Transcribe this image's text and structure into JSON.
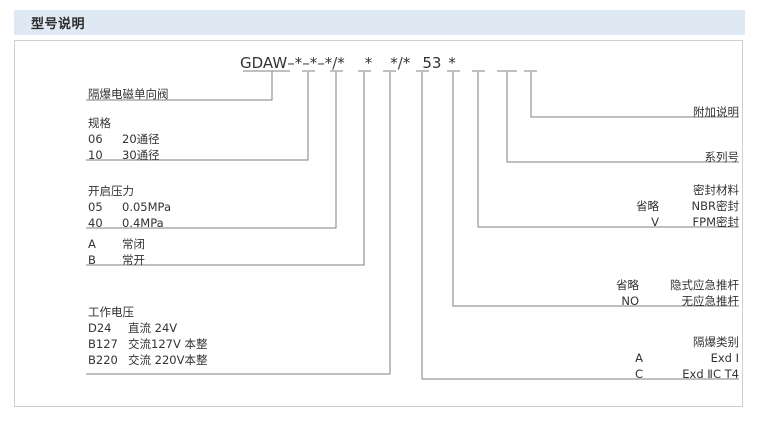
{
  "header": {
    "title": "型号说明",
    "bar_color": "#dfe9f3"
  },
  "model_code": {
    "prefix": "GDAW",
    "segments": [
      {
        "sep": "–",
        "value": "*"
      },
      {
        "sep": "–",
        "value": "*"
      },
      {
        "sep": "–",
        "value": "*"
      },
      {
        "sep": "/",
        "value": "*"
      },
      {
        "sep": "",
        "value": "*"
      },
      {
        "sep": "",
        "value": "*"
      },
      {
        "sep": "/",
        "value": "*"
      },
      {
        "sep": "",
        "value": "53"
      },
      {
        "sep": "",
        "value": "*"
      }
    ]
  },
  "left_groups": [
    {
      "name": "product-name",
      "title": "隔爆电磁单向阀",
      "rows": []
    },
    {
      "name": "specification",
      "title": "规格",
      "rows": [
        {
          "code": "06",
          "desc": "20通径"
        },
        {
          "code": "10",
          "desc": "30通径"
        }
      ]
    },
    {
      "name": "opening-pressure",
      "title": "开启压力",
      "rows": [
        {
          "code": "05",
          "desc": "0.05MPa"
        },
        {
          "code": "40",
          "desc": "0.4MPa"
        }
      ]
    },
    {
      "name": "valve-state",
      "title": "",
      "rows": [
        {
          "code": "A",
          "desc": "常闭"
        },
        {
          "code": "B",
          "desc": "常开"
        }
      ]
    },
    {
      "name": "working-voltage",
      "title": "工作电压",
      "rows": [
        {
          "code": "D24",
          "desc": "直流 24V"
        },
        {
          "code": "B127",
          "desc": "交流127V 本整"
        },
        {
          "code": "B220",
          "desc": "交流 220V本整"
        }
      ]
    }
  ],
  "right_groups": [
    {
      "name": "additional-description",
      "title": "附加说明",
      "rows": []
    },
    {
      "name": "series-number",
      "title": "系列号",
      "rows": []
    },
    {
      "name": "sealing-material",
      "title": "密封材料",
      "rows": [
        {
          "code": "省略",
          "desc": "NBR密封"
        },
        {
          "code": "V",
          "desc": "FPM密封"
        }
      ]
    },
    {
      "name": "emergency-push-rod",
      "title": "",
      "rows": [
        {
          "code": "省略",
          "desc": "隐式应急推杆"
        },
        {
          "code": "NO",
          "desc": "无应急推杆"
        }
      ]
    },
    {
      "name": "explosion-proof-class",
      "title": "隔爆类别",
      "rows": [
        {
          "code": "A",
          "desc": "Exd Ⅰ"
        },
        {
          "code": "C",
          "desc": "Exd ⅡC T4"
        }
      ]
    }
  ]
}
